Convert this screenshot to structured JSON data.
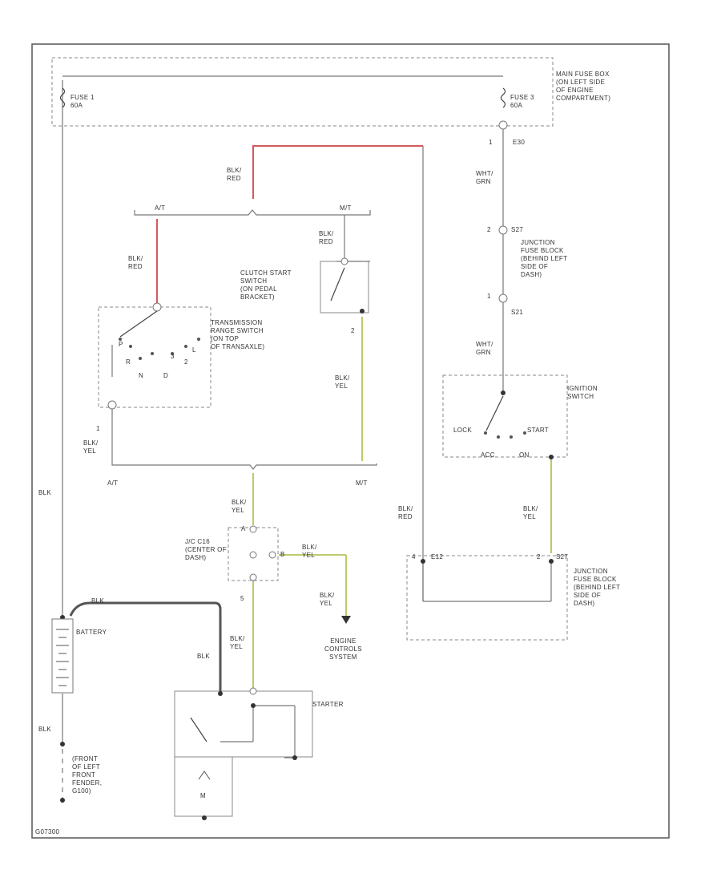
{
  "labels": {
    "fuse1": "FUSE 1\n60A",
    "fuse3": "FUSE 3\n60A",
    "main_fuse_box": "MAIN FUSE BOX\n(ON LEFT SIDE\nOF ENGINE\nCOMPARTMENT)",
    "e30": "E30",
    "e30_pin": "1",
    "wht_grn_1": "WHT/\nGRN",
    "s27_top": "S27",
    "s27_top_pin": "2",
    "junction_top": "JUNCTION\nFUSE BLOCK\n(BEHIND LEFT\nSIDE OF\nDASH)",
    "s21": "S21",
    "s21_pin": "1",
    "wht_grn_2": "WHT/\nGRN",
    "ignition_switch": "IGNITION\nSWITCH",
    "lock": "LOCK",
    "start": "START",
    "acc": "ACC",
    "on": "ON",
    "blk_red_top": "BLK/\nRED",
    "at_top": "A/T",
    "mt_top": "M/T",
    "blk_red_at": "BLK/\nRED",
    "blk_red_mt": "BLK/\nRED",
    "clutch": "CLUTCH START\nSWITCH\n(ON PEDAL\nBRACKET)",
    "trans_range": "TRANSMISSION\nRANGE SWITCH\n(ON TOP\nOF TRANSAXLE)",
    "gear_p": "P",
    "gear_r": "R",
    "gear_n": "N",
    "gear_d": "D",
    "gear_3": "3",
    "gear_2": "2",
    "gear_l": "L",
    "pin_2_mt": "2",
    "blk_yel_mt": "BLK/\nYEL",
    "pin_1_at": "1",
    "blk_yel_at": "BLK/\nYEL",
    "at_bottom": "A/T",
    "mt_bottom": "M/T",
    "blk_left": "BLK",
    "blk_yel_center": "BLK/\nYEL",
    "jc_label": "J/C C16\n(CENTER OF\nDASH)",
    "pin_a": "A",
    "pin_b": "B",
    "blk_yel_right1": "BLK/\nYEL",
    "blk_yel_right2": "BLK/\nYEL",
    "engine_controls": "ENGINE\nCONTROLS\nSYSTEM",
    "blk_red_right": "BLK/\nRED",
    "blk_yel_ign": "BLK/\nYEL",
    "e12": "E12",
    "e12_pin": "4",
    "s27_bottom": "S27",
    "s27_bottom_pin": "2",
    "junction_bottom": "JUNCTION\nFUSE BLOCK\n(BEHIND LEFT\nSIDE OF\nDASH)",
    "blk_batt": "BLK",
    "battery": "BATTERY",
    "blk_starter": "BLK",
    "blk_yel_starter": "BLK/\nYEL",
    "pin_5": "5",
    "starter": "STARTER",
    "blk_ground": "BLK",
    "ground_label": "(FRONT\nOF LEFT\nFRONT\nFENDER,\nG100)",
    "m_symbol": "M",
    "code": "G07300"
  }
}
